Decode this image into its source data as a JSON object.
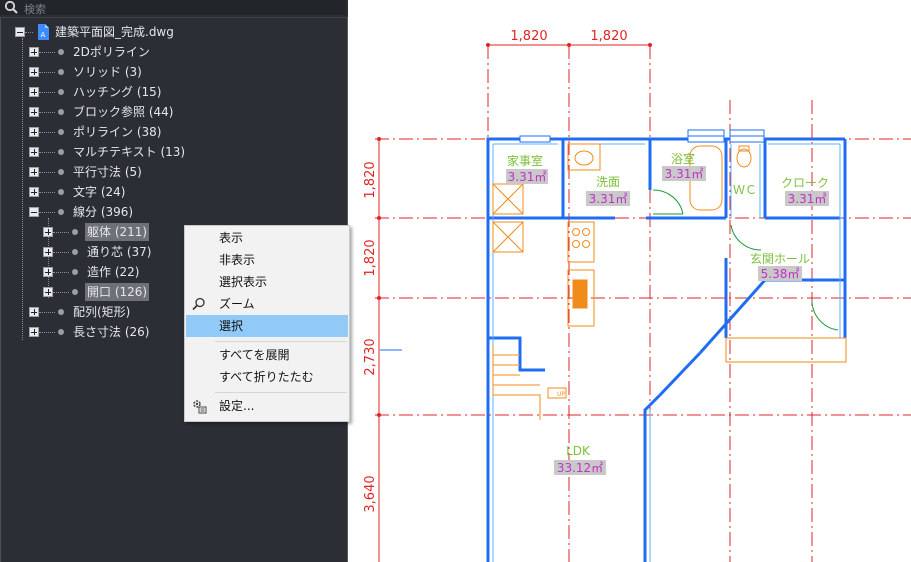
{
  "search": {
    "placeholder": "検索"
  },
  "tree": {
    "root": "建築平面図_完成.dwg",
    "items": [
      {
        "label": "2Dポリライン"
      },
      {
        "label": "ソリッド (3)"
      },
      {
        "label": "ハッチング (15)"
      },
      {
        "label": "ブロック参照 (44)"
      },
      {
        "label": "ポリライン (38)"
      },
      {
        "label": "マルチテキスト (13)"
      },
      {
        "label": "平行寸法 (5)"
      },
      {
        "label": "文字 (24)"
      },
      {
        "label": "線分 (396)"
      },
      {
        "label": "配列(矩形)"
      },
      {
        "label": "長さ寸法 (26)"
      }
    ],
    "children": [
      {
        "label": "躯体 (211)"
      },
      {
        "label": "通り芯 (37)"
      },
      {
        "label": "造作 (22)"
      },
      {
        "label": "開口 (126)"
      }
    ]
  },
  "menu": {
    "items": [
      "表示",
      "非表示",
      "選択表示",
      "ズーム",
      "選択",
      "すべてを展開",
      "すべて折りたたむ",
      "設定..."
    ],
    "selected": "選択"
  },
  "drawing": {
    "dims_top": [
      "1,820",
      "1,820"
    ],
    "dims_left": [
      "1,820",
      "1,820",
      "2,730",
      "3,640"
    ],
    "rooms": [
      {
        "name": "家事室",
        "area": "3.31㎡"
      },
      {
        "name": "洗面",
        "area": "3.31㎡"
      },
      {
        "name": "浴室",
        "area": "3.31㎡"
      },
      {
        "name": "ＷＣ",
        "area": ""
      },
      {
        "name": "クローク",
        "area": "3.31㎡"
      },
      {
        "name": "玄関ホール",
        "area": "5.38㎡"
      },
      {
        "name": "LDK",
        "area": "33.12㎡"
      }
    ],
    "stair_label": "UP",
    "colors": {
      "wall": "#1f6df2",
      "axis": "#e02424",
      "text": "#7dbf3a",
      "area": "#c032c8",
      "fixture": "#f08c1a"
    }
  },
  "colors": {
    "panel_bg": "#2b2f35",
    "menu_highlight": "#91c9f7"
  }
}
